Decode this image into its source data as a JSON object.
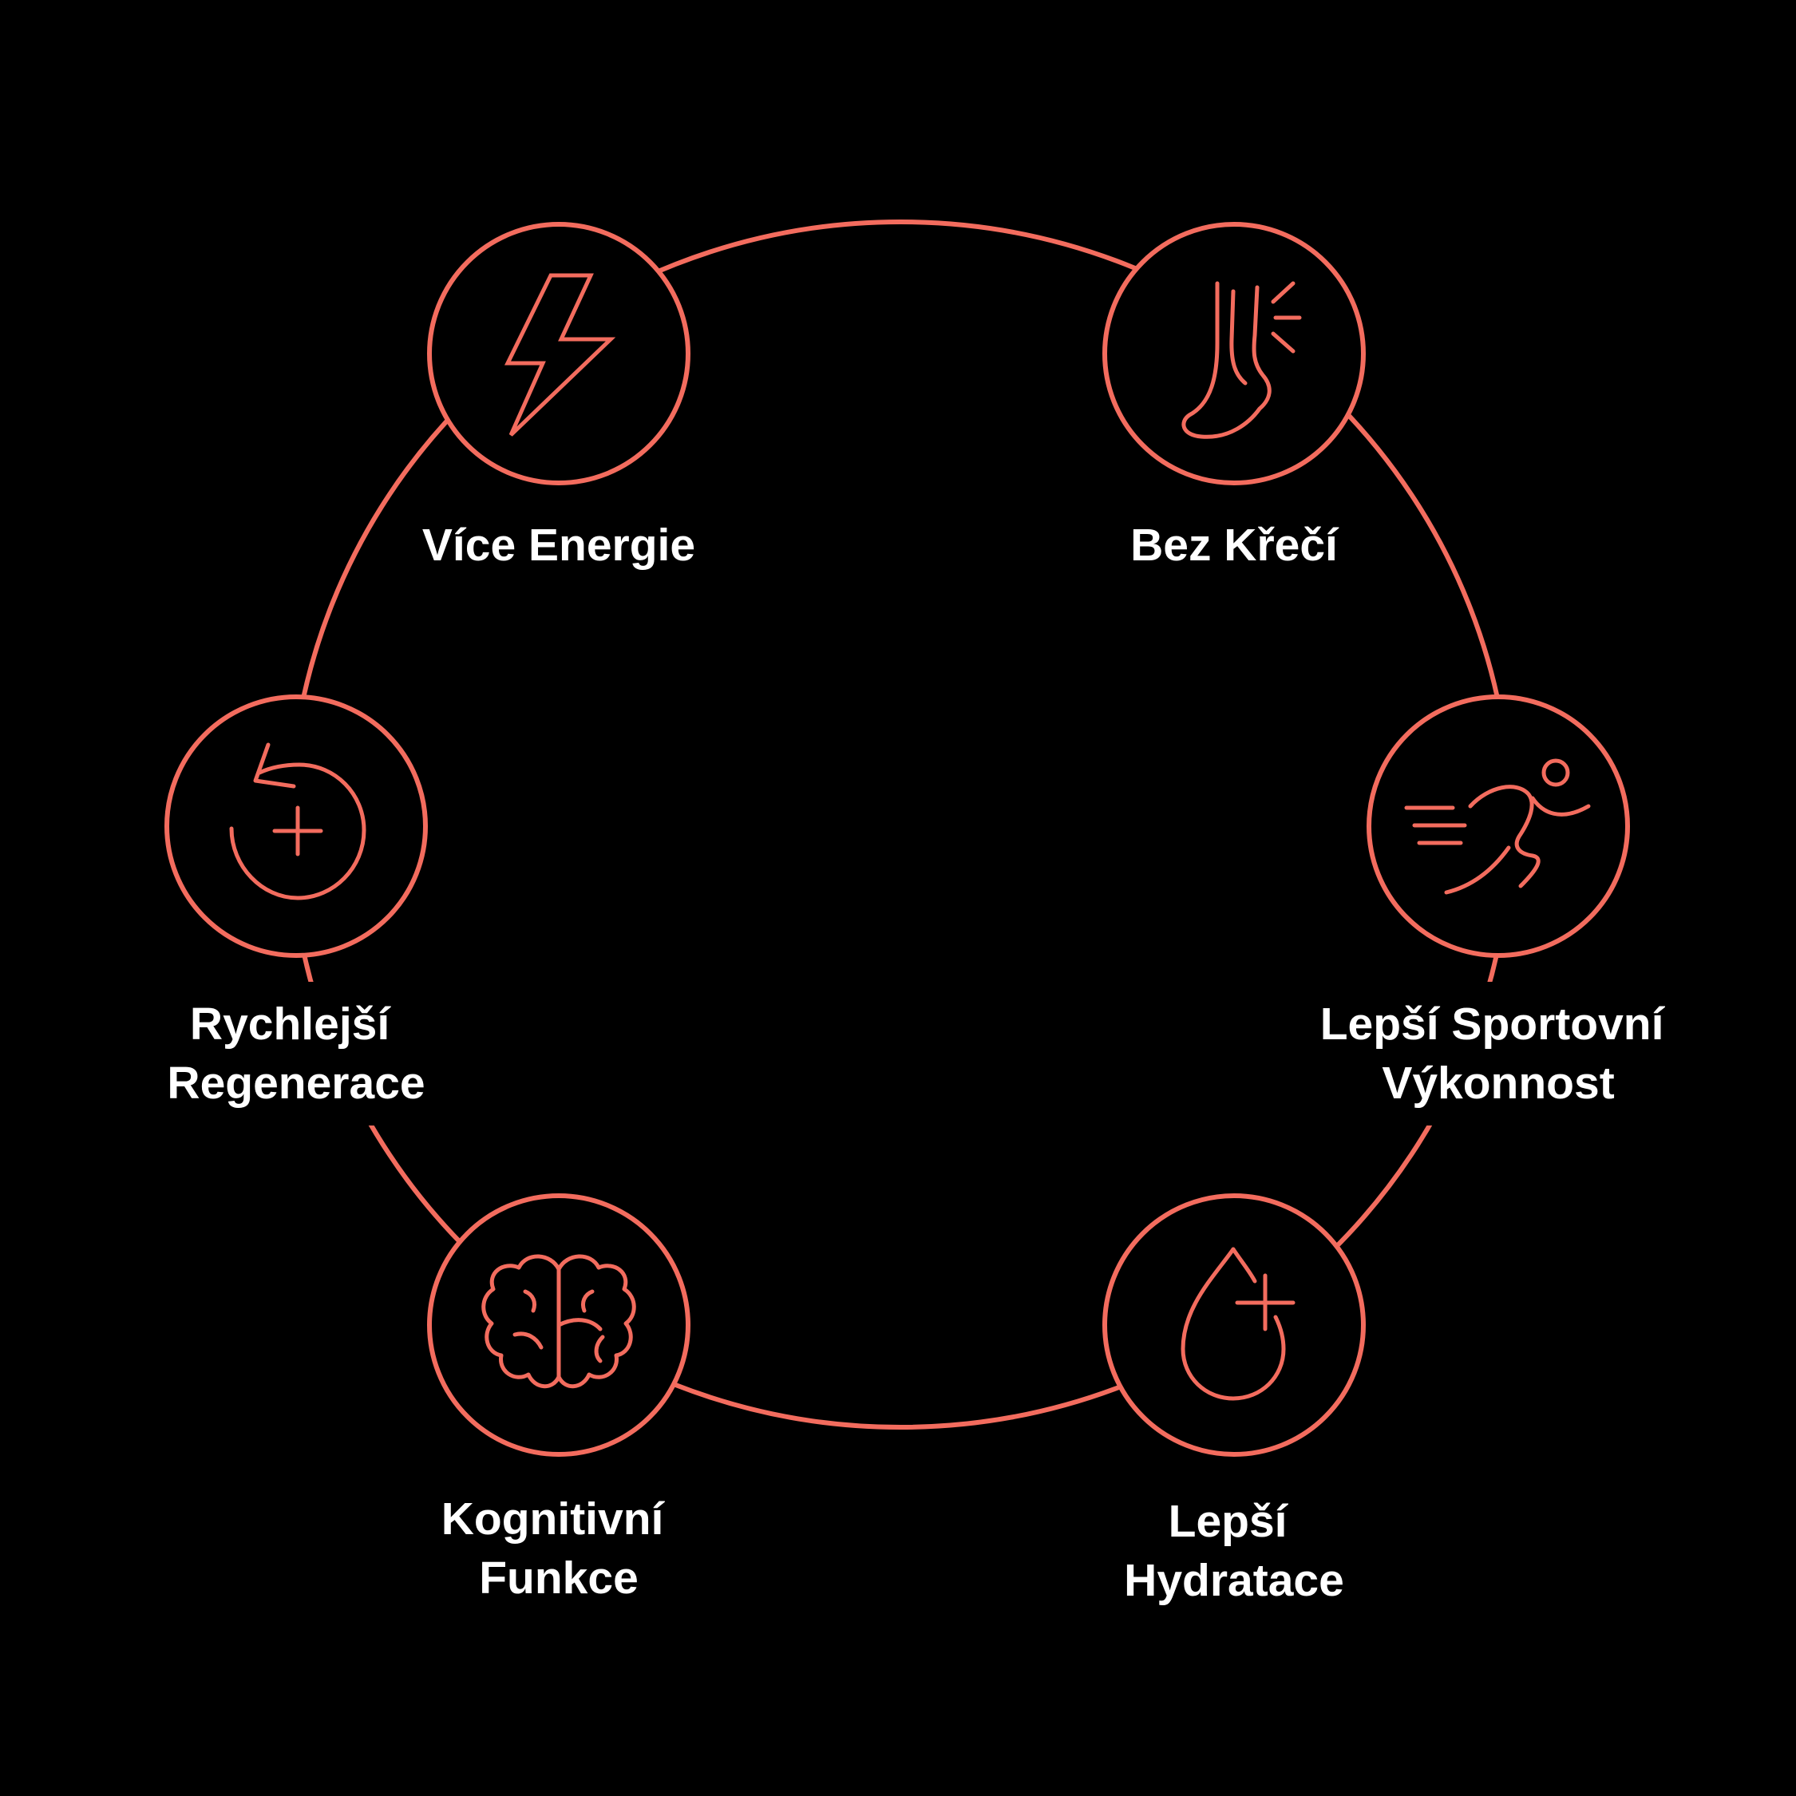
{
  "colors": {
    "background": "#000000",
    "accent": "#F36C5E",
    "text": "#FFFFFF"
  },
  "benefits": [
    {
      "icon": "lightning-bolt-icon",
      "lines": [
        "Více Energie"
      ]
    },
    {
      "icon": "leg-cramp-icon",
      "lines": [
        "Bez Křečí"
      ]
    },
    {
      "icon": "runner-icon",
      "lines": [
        "Lepší Sportovní",
        "Výkonnost"
      ]
    },
    {
      "icon": "water-drop-plus-icon",
      "lines": [
        "Lepší",
        "Hydratace"
      ]
    },
    {
      "icon": "brain-icon",
      "lines": [
        "Kognitivní",
        "Funkce"
      ]
    },
    {
      "icon": "recovery-cycle-icon",
      "lines": [
        "Rychlejší",
        "Regenerace"
      ]
    }
  ]
}
